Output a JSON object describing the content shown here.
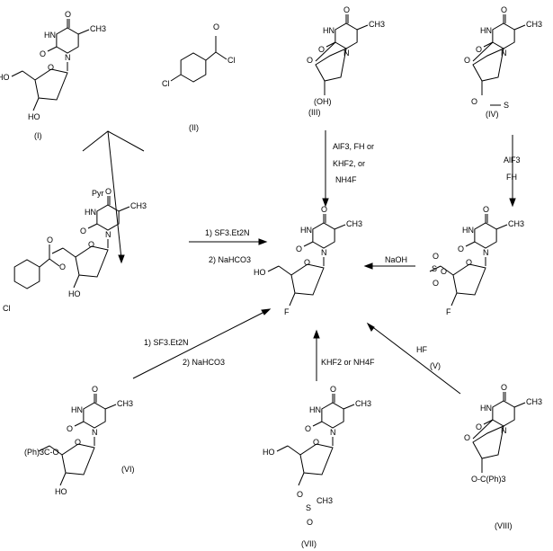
{
  "compounds": {
    "I": "(I)",
    "II": "(II)",
    "III": "(III)",
    "IV": "(IV)",
    "V": "(V)",
    "VI": "(VI)",
    "VII": "(VII)",
    "VIII": "(VIII)"
  },
  "atoms": {
    "O": "O",
    "HN": "HN",
    "N": "N",
    "CH3": "CH3",
    "HO": "HO",
    "F": "F",
    "Cl": "Cl",
    "S": "S",
    "trityl": "(Ph)3C-O",
    "trityl_b": "O-C(Ph)3",
    "OH": "(OH)"
  },
  "reagents": {
    "pyr": "Pyr",
    "sf3_1": "1) SF3.Et2N",
    "nahco3_1": "2) NaHCO3",
    "sf3_2": "1) SF3.Et2N",
    "nahco3_2": "2) NaHCO3",
    "alf3_line1": "AlF3, FH or",
    "alf3_line2": "KHF2, or",
    "alf3_line3": "NH4F",
    "alf3_b": "AlF3",
    "fh_b": "FH",
    "naoh": "NaOH",
    "hf": "HF",
    "khf2": "KHF2 or NH4F"
  }
}
